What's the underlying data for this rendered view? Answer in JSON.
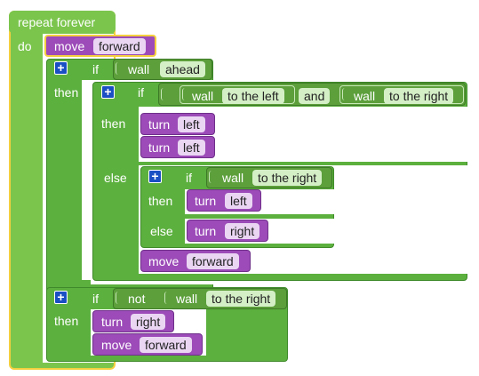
{
  "blocks": {
    "repeat": {
      "title": "repeat forever",
      "do": "do"
    },
    "move1": {
      "label": "move",
      "field": "forward"
    },
    "if1": {
      "kw": "if",
      "wall": "wall",
      "dir": "ahead",
      "then": "then"
    },
    "if2": {
      "kw": "if",
      "wall1": "wall",
      "dir1": "to the left",
      "and": "and",
      "wall2": "wall",
      "dir2": "to the right",
      "then": "then",
      "else": "else"
    },
    "turn1": {
      "label": "turn",
      "field": "left"
    },
    "turn2": {
      "label": "turn",
      "field": "left"
    },
    "if3": {
      "kw": "if",
      "wall": "wall",
      "dir": "to the right",
      "then": "then",
      "else": "else"
    },
    "turn3": {
      "label": "turn",
      "field": "left"
    },
    "turn4": {
      "label": "turn",
      "field": "right"
    },
    "move2": {
      "label": "move",
      "field": "forward"
    },
    "if4": {
      "kw": "if",
      "not": "not",
      "wall": "wall",
      "dir": "to the right",
      "then": "then"
    },
    "turn5": {
      "label": "turn",
      "field": "right"
    },
    "move3": {
      "label": "move",
      "field": "forward"
    }
  },
  "colors": {
    "loop": "#7bc54d",
    "control": "#5cb03e",
    "logic": "#5c9f3b",
    "action": "#9c4bb8",
    "highlight": "#f4d03f"
  },
  "icons": [
    "plus-mutator-icon"
  ]
}
